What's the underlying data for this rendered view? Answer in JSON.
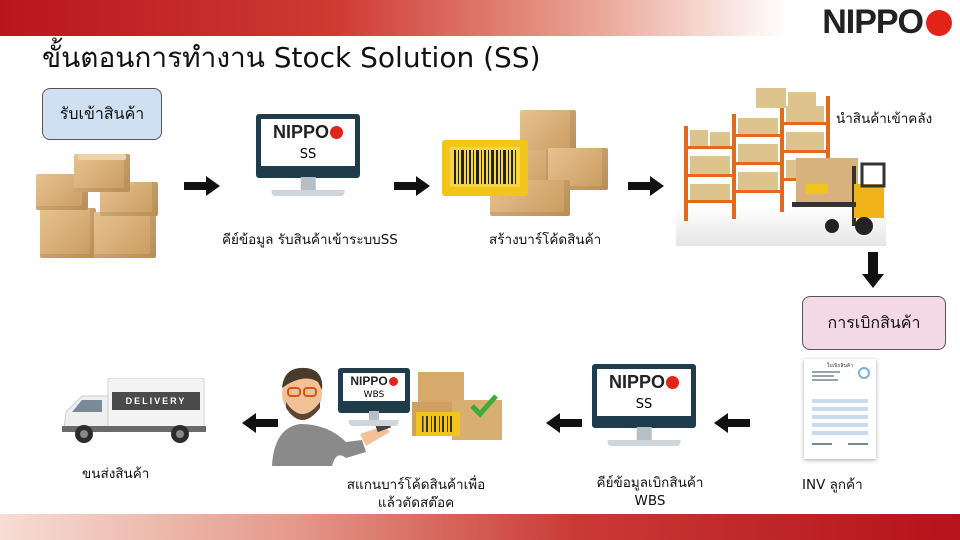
{
  "header": {
    "title": "ขั้นตอนการทำงาน Stock Solution (SS)",
    "logo_text": "NIPPO"
  },
  "steps": {
    "receive_badge": "รับเข้าสินค้า",
    "key_in_receive": "คีย์ข้อมูล รับสินค้าเข้าระบบSS",
    "create_barcode": "สร้างบาร์โค้ดสินค้า",
    "store_warehouse": "นำสินค้าเข้าคลัง",
    "withdraw_badge": "การเบิกสินค้า",
    "inv_customer": "INV ลูกค้า",
    "key_in_withdraw_line1": "คีย์ข้อมูลเบิกสินค้า",
    "key_in_withdraw_line2": "WBS",
    "scan_barcode_line1": "สแกนบาร์โค้ดสินค้าเพื่อ",
    "scan_barcode_line2": "แล้วตัดสต๊อค",
    "deliver": "ขนส่งสินค้า"
  },
  "screens": {
    "monitor1_label": "SS",
    "monitor2_label": "SS",
    "monitor3_label": "WBS"
  },
  "truck": {
    "panel_text": "DELIVERY"
  },
  "document": {
    "heading": "ใบเบิกสินค้า"
  },
  "colors": {
    "brand_red": "#e2231a",
    "bar_red": "#b8161d",
    "badge_blue": "#cfe0f3",
    "badge_pink": "#f3d9e5"
  },
  "icons": [
    "boxes-icon",
    "monitor-icon",
    "barcode-icon",
    "warehouse-icon",
    "document-icon",
    "worker-icon",
    "delivery-truck-icon",
    "arrow-right-icon",
    "arrow-left-icon",
    "arrow-down-icon"
  ]
}
